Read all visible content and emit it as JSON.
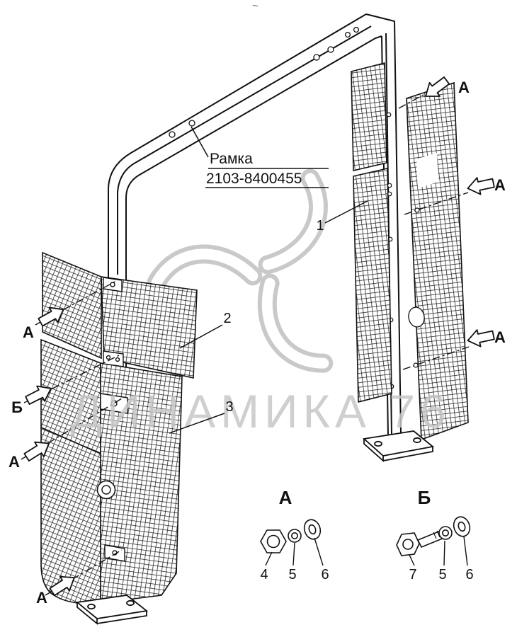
{
  "watermark": {
    "logo": "triple-swirl-logo",
    "text": "ДИНАМИКА 76"
  },
  "top_mark": "~",
  "frame_label": {
    "name": "Рамка",
    "number": "2103-8400455"
  },
  "parts": {
    "p1": "1",
    "p2": "2",
    "p3": "3",
    "p4": "4",
    "p5": "5",
    "p6": "6",
    "p7": "7"
  },
  "views": {
    "a": "А",
    "b": "Б"
  },
  "details": {
    "a_title": "А",
    "b_title": "Б"
  },
  "colors": {
    "line": "#111111",
    "watermark": "#c7c7c7",
    "background": "#ffffff"
  }
}
